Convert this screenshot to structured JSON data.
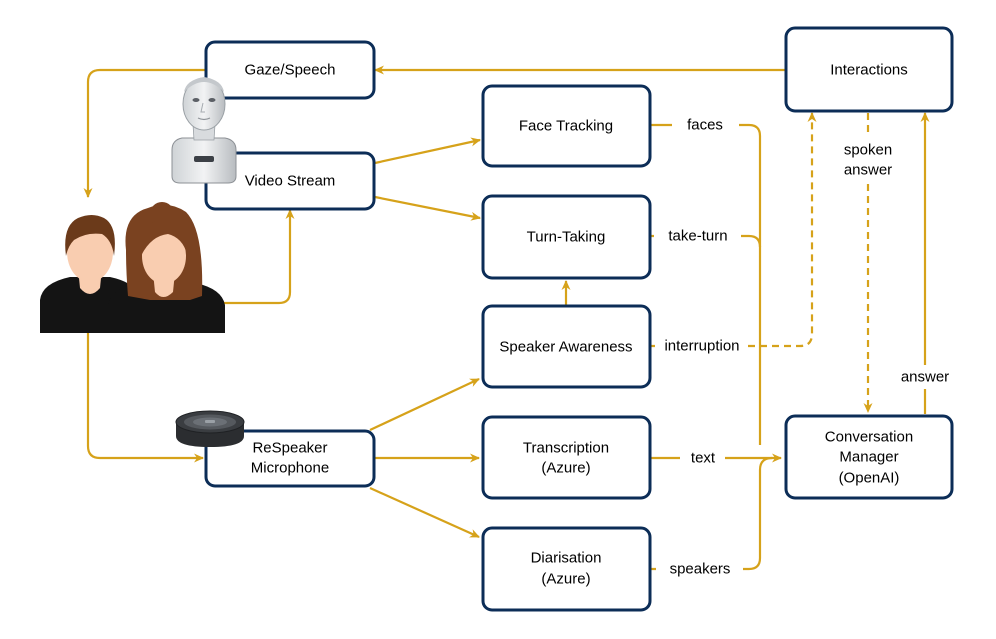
{
  "colors": {
    "box_stroke": "#0c2d57",
    "arrow": "#d6a21a",
    "skin": "#f9cdb0",
    "hair": "#6b3a1a",
    "shirt": "#141414"
  },
  "nodes": {
    "gaze_speech": "Gaze/Speech",
    "video_stream": "Video Stream",
    "face_tracking": "Face Tracking",
    "turn_taking": "Turn-Taking",
    "speaker_awareness": "Speaker Awareness",
    "respeaker": [
      "ReSpeaker",
      "Microphone"
    ],
    "transcription": [
      "Transcription",
      "(Azure)"
    ],
    "diarisation": [
      "Diarisation",
      "(Azure)"
    ],
    "interactions": "Interactions",
    "conversation_manager": [
      "Conversation",
      "Manager",
      "(OpenAI)"
    ]
  },
  "edge_labels": {
    "faces": "faces",
    "take_turn": "take-turn",
    "interruption": "interruption",
    "text": "text",
    "speakers": "speakers",
    "spoken_answer": [
      "spoken",
      "answer"
    ],
    "answer": "answer"
  },
  "icons": [
    "robot-head-icon",
    "users-icon",
    "microphone-device-icon"
  ]
}
